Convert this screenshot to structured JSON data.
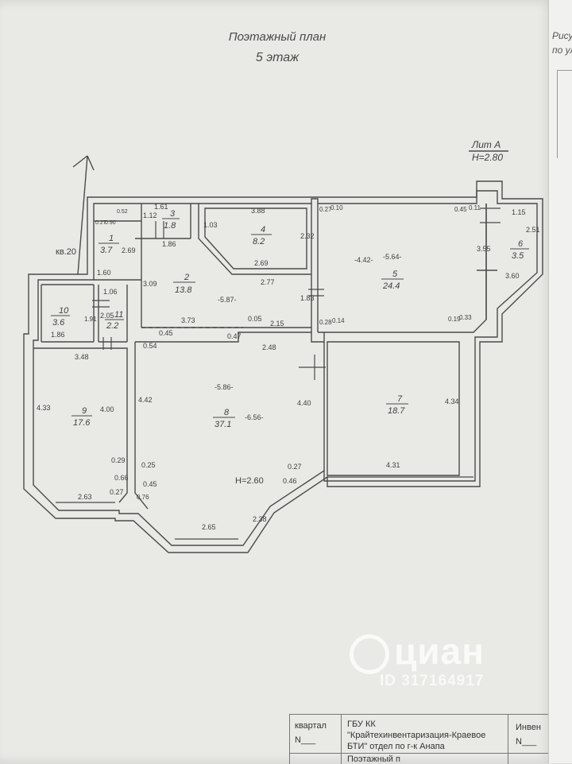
{
  "page": {
    "title_line1": "Поэтажный план",
    "title_line2": "5 этаж",
    "lit_label": "Лит А",
    "height_top": "H=2.80",
    "apartment": "кв.20",
    "height_room8": "H=2.60"
  },
  "rooms": [
    {
      "num": "1",
      "area": "3.7"
    },
    {
      "num": "2",
      "area": "13.8"
    },
    {
      "num": "3",
      "area": "1.8"
    },
    {
      "num": "4",
      "area": "8.2"
    },
    {
      "num": "5",
      "area": "24.4"
    },
    {
      "num": "6",
      "area": "3.5"
    },
    {
      "num": "7",
      "area": "18.7"
    },
    {
      "num": "8",
      "area": "37.1"
    },
    {
      "num": "9",
      "area": "17.6"
    },
    {
      "num": "10",
      "area": "3.6"
    },
    {
      "num": "11",
      "area": "2.2"
    }
  ],
  "dims": {
    "d161": "1.61",
    "d112": "1.12",
    "d186a": "1.86",
    "d027a": "0.27",
    "d090": "0.90",
    "d052": "0.52",
    "d269a": "2.69",
    "d160": "1.60",
    "d309": "3.09",
    "d106": "1.06",
    "d205": "2.05",
    "d191": "1.91",
    "d186b": "1.86",
    "d388": "3.88",
    "d103": "1.03",
    "d232": "2.32",
    "d269b": "2.69",
    "d277": "2.77",
    "d587": "-5.87-",
    "d183": "1.83",
    "d005": "0.05",
    "d215": "2.15",
    "d373": "3.73",
    "d045a": "0.45",
    "d054": "0.54",
    "d047": "0.47",
    "d248": "2.48",
    "d027b": "0.27",
    "d010": "0.10",
    "d045b": "0.45",
    "d011": "0.11",
    "d115": "1.15",
    "d442": "-4.42-",
    "d564": "-5.64-",
    "d355": "3.55",
    "d251": "2.51",
    "d360": "3.60",
    "d028": "0.28",
    "d014": "0.14",
    "d019": "0.19",
    "d033": "0.33",
    "d348": "3.48",
    "d433": "4.33",
    "d400": "4.00",
    "d442b": "4.42",
    "d586": "-5.86-",
    "d656": "-6.56-",
    "d440": "4.40",
    "d434": "4.34",
    "d431": "4.31",
    "d027c": "0.27",
    "d046": "0.46",
    "d029": "0.29",
    "d066": "0.66",
    "d027d": "0.27",
    "d025": "0.25",
    "d045c": "0.45",
    "d076": "0.76",
    "d263": "2.63",
    "d265": "2.65",
    "d238": "2.38"
  },
  "stamp": {
    "kvartal": "квартал",
    "kvartal_n": "N___",
    "org_line1": "ГБУ КК",
    "org_line2": "\"Крайтехинвентаризация-Краевое",
    "org_line3": "БТИ\" отдел по г-к Анапа",
    "inven": "Инвен",
    "inven_n": "N___",
    "bottom_cut": "Поэтажный п"
  },
  "right_strip": {
    "line1": "Рисун",
    "line2": "по ул"
  },
  "watermark": {
    "brand": "циан",
    "id": "ID 317164917"
  },
  "colors": {
    "ink": "#4a4a4a",
    "paper": "#e9e9e6",
    "watermark": "#ffffff"
  }
}
